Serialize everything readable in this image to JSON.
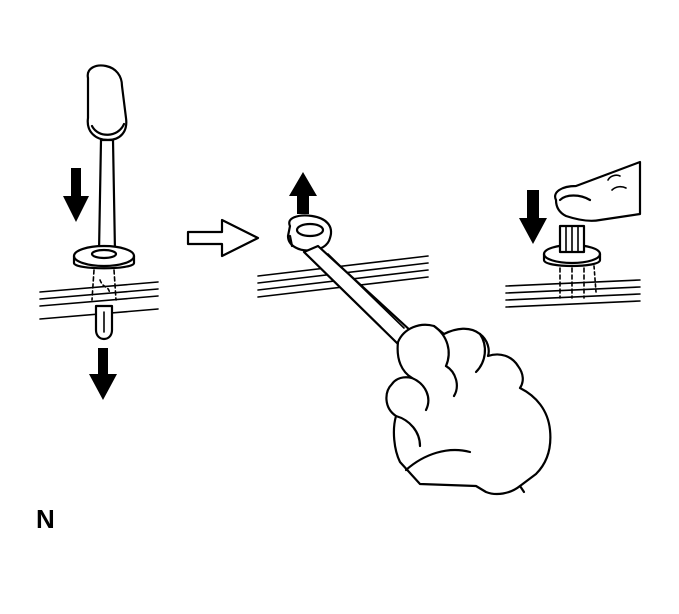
{
  "figure": {
    "label": "N"
  },
  "panels": [
    {
      "id": "screwdriver-push-pin",
      "icons": [
        "screwdriver-icon",
        "clip-icon",
        "arrow-down-icon"
      ]
    },
    {
      "id": "wrench-remove-clip",
      "icons": [
        "wrench-icon",
        "hand-icon",
        "arrow-up-icon"
      ]
    },
    {
      "id": "finger-install-clip",
      "icons": [
        "finger-icon",
        "clip-icon",
        "arrow-down-icon"
      ]
    }
  ],
  "sequence_arrow": "arrow-right-outline-icon"
}
